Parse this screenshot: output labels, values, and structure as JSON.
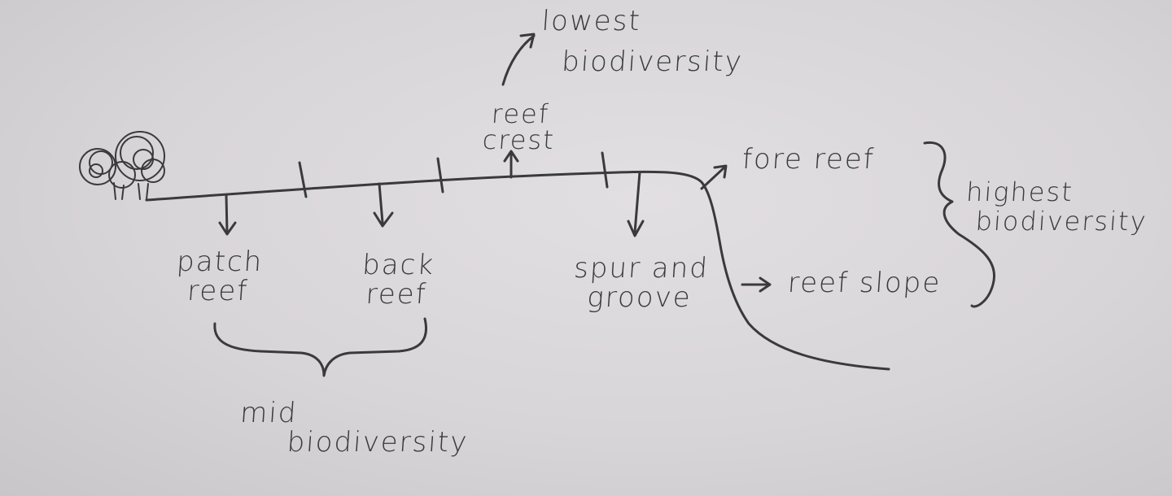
{
  "labels": {
    "patch_reef": [
      "patch",
      "reef"
    ],
    "back_reef": [
      "back",
      "reef"
    ],
    "reef_crest": [
      "reef",
      "crest"
    ],
    "spur_groove": [
      "spur and",
      "groove"
    ],
    "fore_reef": "fore reef",
    "reef_slope": "reef slope",
    "lowest": [
      "lowest",
      "biodiversity"
    ],
    "highest": [
      "highest",
      "biodiversity"
    ],
    "mid": [
      "mid",
      "biodiversity"
    ]
  },
  "colors": {
    "ink": "#3a3a3e",
    "paper": "#d9d6d9"
  },
  "icons": {
    "shore_tree": "scribble-tree-icon"
  }
}
